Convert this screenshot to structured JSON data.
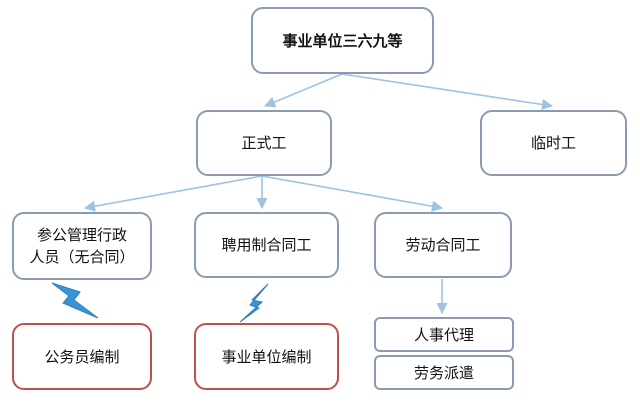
{
  "colors": {
    "box_border": "#8a9bb0",
    "highlight_border": "#c0504d",
    "arrow": "#9ec3df",
    "bolt": "#3a93d6"
  },
  "nodes": {
    "root": "事业单位三六九等",
    "formal": "正式工",
    "temporary": "临时工",
    "civil_admin": "参公管理行政\n人员（无合同）",
    "hired": "聘用制合同工",
    "labor_contract": "劳动合同工",
    "civil_servant": "公务员编制",
    "institution": "事业单位编制",
    "hr_agency": "人事代理",
    "labor_dispatch": "劳务派遣"
  }
}
